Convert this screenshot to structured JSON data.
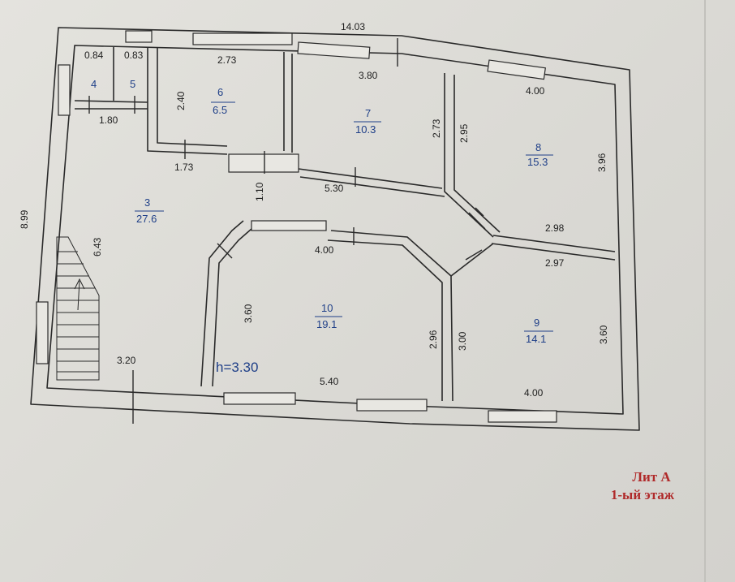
{
  "plan": {
    "label_line1": "Лит А",
    "label_line2": "1-ый этаж",
    "height_label": "h=3.30",
    "rooms": [
      {
        "num": "4",
        "area": ""
      },
      {
        "num": "5",
        "area": ""
      },
      {
        "num": "6",
        "area": "6.5"
      },
      {
        "num": "7",
        "area": "10.3"
      },
      {
        "num": "8",
        "area": "15.3"
      },
      {
        "num": "3",
        "area": "27.6"
      },
      {
        "num": "10",
        "area": "19.1"
      },
      {
        "num": "9",
        "area": "14.1"
      }
    ],
    "dimensions": {
      "overall_width": "14.03",
      "overall_height": "8.99",
      "r4_width": "0.84",
      "r5_width": "0.83",
      "r45_bottom": "1.80",
      "r6_top": "2.73",
      "r6_side": "2.40",
      "r6_bottom": "1.73",
      "r7_top": "3.80",
      "r7_side": "2.73",
      "corridor_gap": "1.10",
      "corridor_len": "5.30",
      "r8_top": "4.00",
      "r8_left": "2.95",
      "r8_right": "3.96",
      "r8_bottom": "2.98",
      "stair_len": "6.43",
      "r3_bottom": "3.20",
      "r10_top": "4.00",
      "r10_left": "3.60",
      "r10_right": "2.96",
      "r10_bottom": "5.40",
      "r9_top": "2.97",
      "r9_left": "3.00",
      "r9_right": "3.60",
      "r9_bottom": "4.00"
    }
  }
}
